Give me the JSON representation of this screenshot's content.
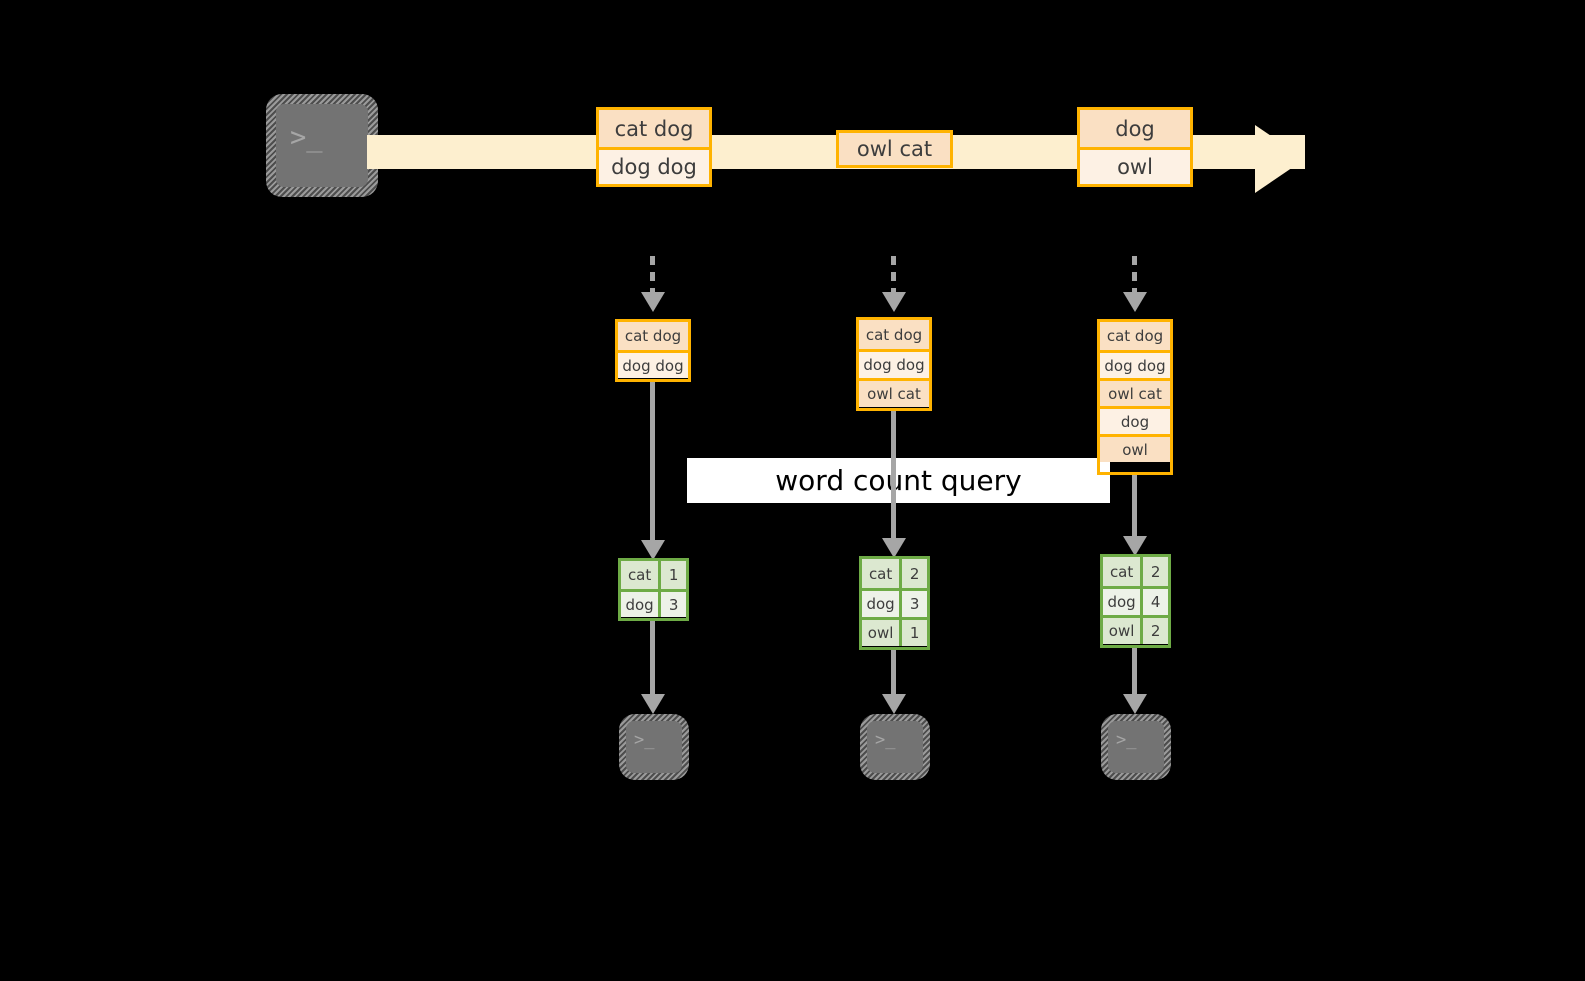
{
  "diagram": {
    "title": "word count query streaming diagram",
    "colors": {
      "background": "#000000",
      "stream_band": "#FDEFCF",
      "orange_border": "#FFB300",
      "orange_fill_dark": "#FAE0C3",
      "orange_fill_light": "#FDF1E4",
      "green_border": "#6EAB46",
      "green_fill_dark": "#DCE8D0",
      "green_fill_light": "#EDF2E8",
      "connector_gray": "#A6A6A6",
      "terminal_gray": "#737373",
      "label_background": "#FFFFFF",
      "text": "#3D3D3D"
    },
    "source": {
      "icon": "terminal-icon",
      "glyph": ">_"
    },
    "stream": {
      "events": [
        {
          "id": "e1",
          "lines": [
            "cat dog",
            "dog dog"
          ]
        },
        {
          "id": "e2",
          "lines": [
            "owl cat"
          ]
        },
        {
          "id": "e3",
          "lines": [
            "dog",
            "owl"
          ]
        }
      ]
    },
    "query_label": "word count query",
    "snapshots": [
      {
        "id": "t1",
        "input_lines": [
          "cat dog",
          "dog dog"
        ],
        "result": {
          "rows": [
            {
              "word": "cat",
              "count": "1"
            },
            {
              "word": "dog",
              "count": "3"
            }
          ]
        },
        "sink": {
          "icon": "terminal-icon",
          "glyph": ">_"
        }
      },
      {
        "id": "t2",
        "input_lines": [
          "cat dog",
          "dog dog",
          "owl cat"
        ],
        "result": {
          "rows": [
            {
              "word": "cat",
              "count": "2"
            },
            {
              "word": "dog",
              "count": "3"
            },
            {
              "word": "owl",
              "count": "1"
            }
          ]
        },
        "sink": {
          "icon": "terminal-icon",
          "glyph": ">_"
        }
      },
      {
        "id": "t3",
        "input_lines": [
          "cat dog",
          "dog dog",
          "owl cat",
          "dog",
          "owl"
        ],
        "result": {
          "rows": [
            {
              "word": "cat",
              "count": "2"
            },
            {
              "word": "dog",
              "count": "4"
            },
            {
              "word": "owl",
              "count": "2"
            }
          ]
        },
        "sink": {
          "icon": "terminal-icon",
          "glyph": ">_"
        }
      }
    ]
  }
}
